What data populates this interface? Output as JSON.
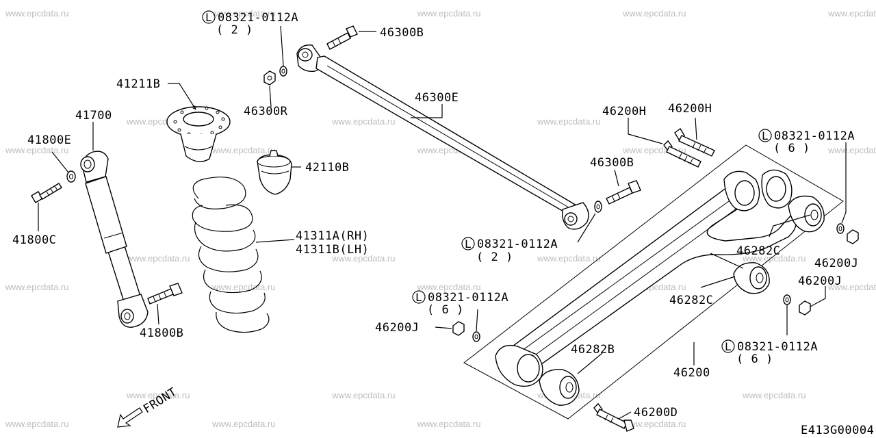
{
  "watermark": "www.epcdata.ru",
  "figure_code": "E413G00004",
  "front_label": "FRONT",
  "circle_prefix": "L",
  "labels": {
    "b1_num": "08321-0112A",
    "b1_qty": "( 2 )",
    "b2_num": "08321-0112A",
    "b2_qty": "( 6 )",
    "b3_num": "08321-0112A",
    "b3_qty": "( 2 )",
    "b4_num": "08321-0112A",
    "b4_qty": "( 6 )",
    "b5_num": "08321-0112A",
    "b5_qty": "( 6 )",
    "p46300B_top": "46300B",
    "p46300R": "46300R",
    "p46300E": "46300E",
    "p41211B": "41211B",
    "p41700": "41700",
    "p41800E": "41800E",
    "p41800C": "41800C",
    "p41800B": "41800B",
    "p42110B": "42110B",
    "p41311A": "41311A(RH)",
    "p41311B": "41311B(LH)",
    "p46200H_1": "46200H",
    "p46200H_2": "46200H",
    "p46300B_mid": "46300B",
    "p46282C_1": "46282C",
    "p46282C_2": "46282C",
    "p46200J_1": "46200J",
    "p46200J_2": "46200J",
    "p46200J_3": "46200J",
    "p46282B": "46282B",
    "p46200": "46200",
    "p46200D": "46200D"
  }
}
